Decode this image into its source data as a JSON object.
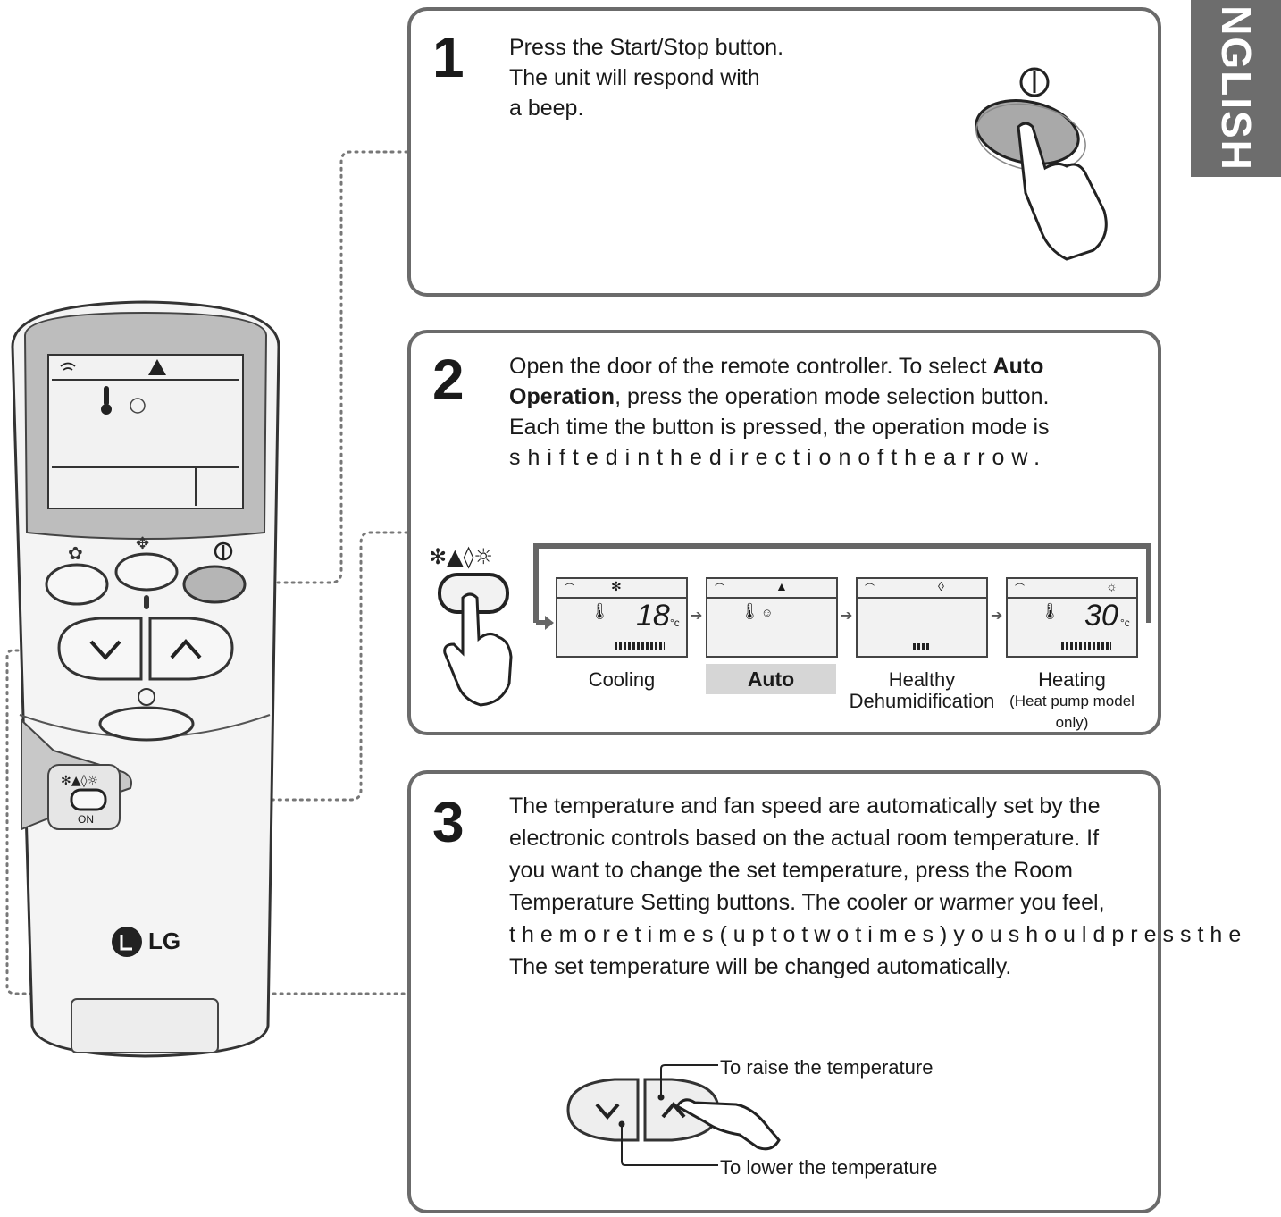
{
  "language_tab": "NGLISH",
  "steps": [
    {
      "number": "1",
      "lines": [
        "Press the Start/Stop button.",
        "The unit will respond with",
        "a beep."
      ]
    },
    {
      "number": "2",
      "line1_pre": "Open the door of the remote controller. To select ",
      "line1_bold": "Auto",
      "line2_bold": "Operation",
      "line2_post": ", press the operation mode selection button.",
      "line3": "Each time the button is pressed, the operation mode is",
      "line4": "shiftedinthedirectionofthearrow."
    },
    {
      "number": "3",
      "lines": [
        "The temperature and fan speed are automatically set by the",
        "electronic controls based on the actual room temperature. If",
        "you want to change the set temperature, press the Room",
        "Temperature Setting buttons. The cooler or warmer you feel,",
        "themoretimes(uptotwotimes)youshouldpressthe",
        "The set temperature will be changed automatically."
      ]
    }
  ],
  "modes": [
    {
      "label": "Cooling",
      "temp": "18",
      "unit": "°c"
    },
    {
      "label": "Auto"
    },
    {
      "label": "Healthy",
      "label2": "Dehumidification"
    },
    {
      "label": "Heating",
      "label2": "(Heat pump model only)",
      "temp": "30",
      "unit": "°c"
    }
  ],
  "callouts": {
    "raise": "To raise the temperature",
    "lower": "To lower the temperature"
  },
  "remote": {
    "brand": "LG",
    "on_label": "ON"
  },
  "icons": {
    "mode_icons": "❄▲◊☼"
  }
}
